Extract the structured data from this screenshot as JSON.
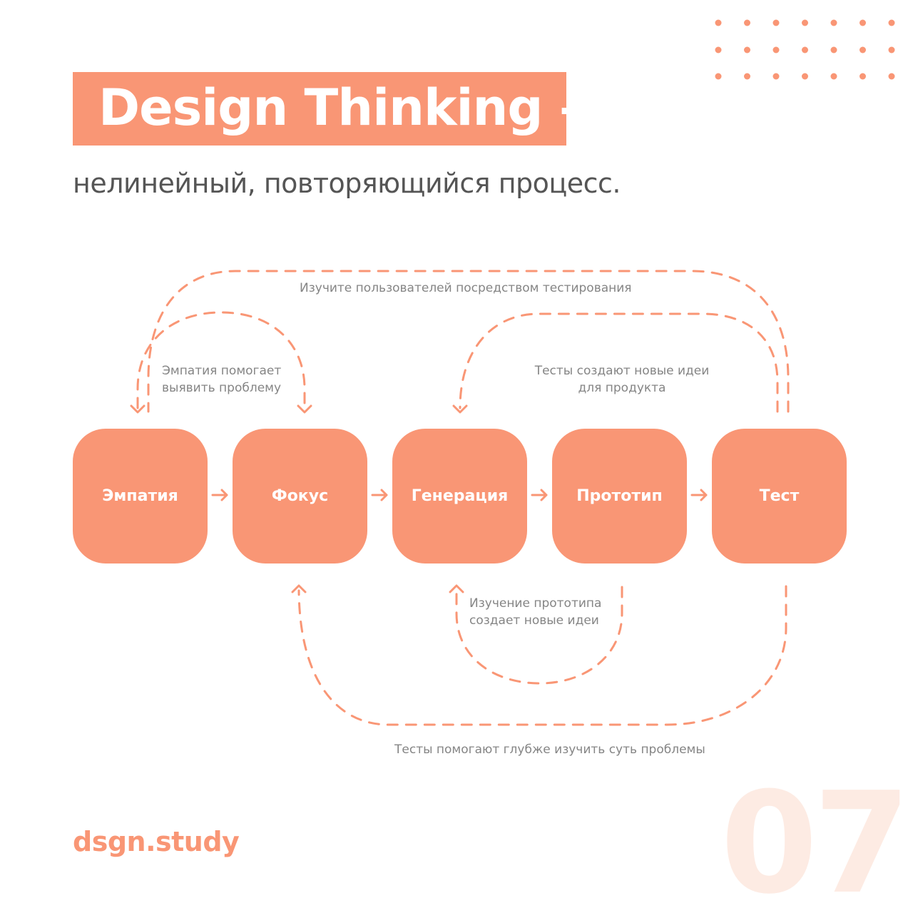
{
  "colors": {
    "accent": "#f99675",
    "subtitle_text": "#555555",
    "note_text": "#858585",
    "page_number": "#fdebe3",
    "background": "#ffffff"
  },
  "title": "Design Thinking –",
  "subtitle": "нелинейный, повторяющийся процесс.",
  "stages": [
    "Эмпатия",
    "Фокус",
    "Генерация",
    "Прототип",
    "Тест"
  ],
  "loops": {
    "top_outer": "Изучите пользователей посредством тестирования",
    "empathy_focus": [
      "Эмпатия помогает",
      "выявить проблему"
    ],
    "test_generation": [
      "Тесты создают новые идеи",
      "для продукта"
    ],
    "prototype_generation": [
      "Изучение прототипа",
      "создает новые идеи"
    ],
    "test_focus": "Тесты помогают глубже изучить суть проблемы"
  },
  "brand": "dsgn.study",
  "page_number": "07"
}
